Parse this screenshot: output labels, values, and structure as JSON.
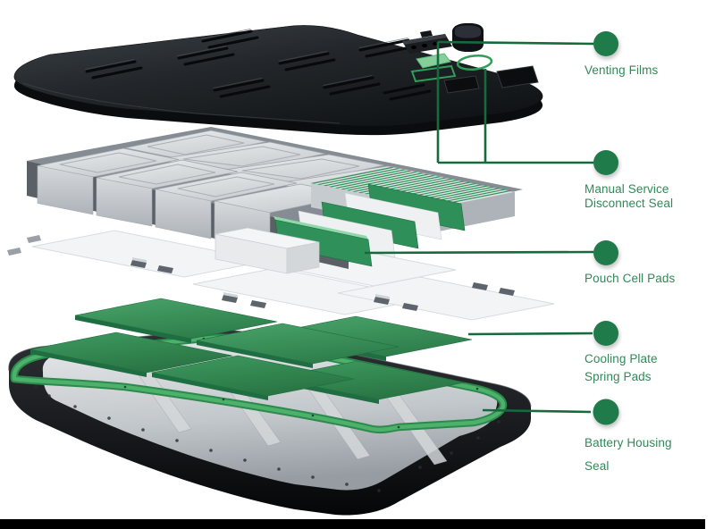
{
  "diagram": {
    "subject": "battery-pack-exploded-view",
    "labels": [
      {
        "name": "venting-films",
        "line1": "Venting Films",
        "line2": ""
      },
      {
        "name": "manual-service-disconnect-seal",
        "line1": "Manual Service",
        "line2": "Disconnect Seal"
      },
      {
        "name": "pouch-cell-pads",
        "line1": "Pouch Cell Pads",
        "line2": ""
      },
      {
        "name": "cooling-plate-spring-pads",
        "line1": "Cooling Plate",
        "line2": "Spring Pads"
      },
      {
        "name": "battery-housing-seal",
        "line1": "Battery Housing",
        "line2": "Seal"
      }
    ],
    "colors": {
      "marker_green": "#1f7b4a",
      "line_green": "#176a3c",
      "label_green": "#2e8b57",
      "seal_green": "#3ca35b",
      "cooling_green": "#2f7f4c",
      "footer_bar": "#000000"
    }
  }
}
